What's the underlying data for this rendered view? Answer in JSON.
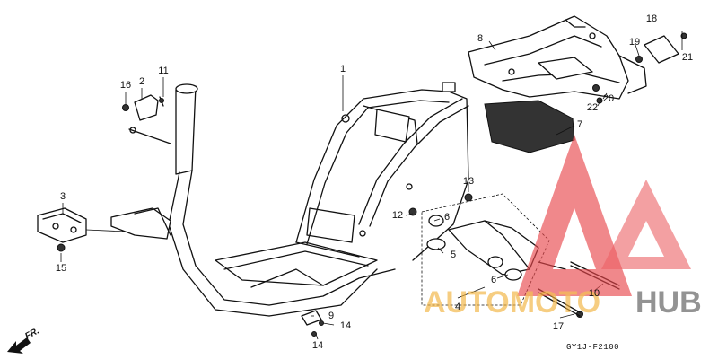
{
  "diagram": {
    "part_labels": [
      "1",
      "2",
      "3",
      "4",
      "5",
      "6",
      "6",
      "7",
      "8",
      "9",
      "10",
      "11",
      "12",
      "13",
      "14",
      "14",
      "15",
      "16",
      "17",
      "18",
      "19",
      "20",
      "21",
      "22"
    ],
    "diagram_code": "GY1J-F2100",
    "direction_label": "FR.",
    "watermark": {
      "text_auto": "AUTOMOTO",
      "text_hub": "HUB",
      "colors": {
        "primary": "#e8454a",
        "secondary": "#f2b23a"
      }
    }
  }
}
